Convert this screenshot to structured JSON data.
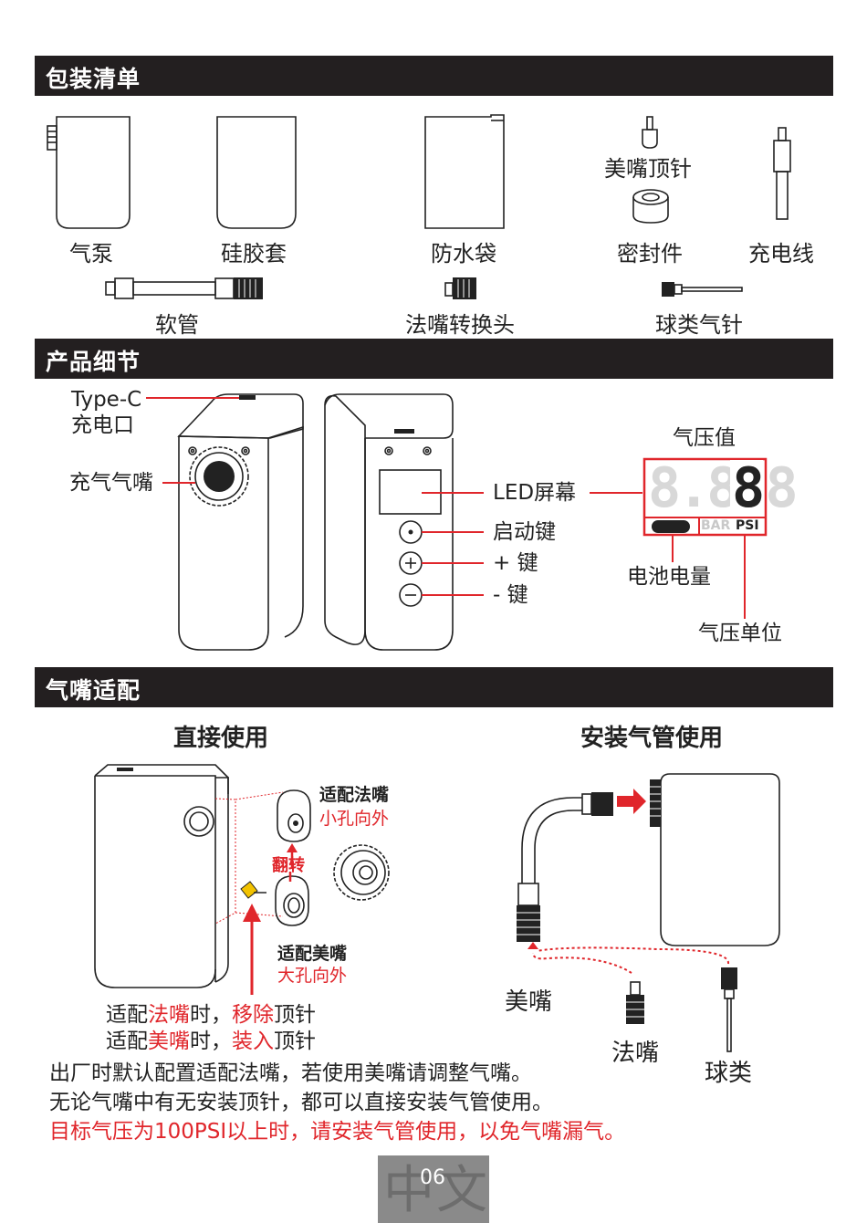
{
  "sections": {
    "package": "包装清单",
    "details": "产品细节",
    "adapter": "气嘴适配"
  },
  "package_items": {
    "pump": "气泵",
    "silicone_case": "硅胶套",
    "waterproof_bag": "防水袋",
    "presta_pin": "美嘴顶针",
    "seal": "密封件",
    "charging_cable": "充电线",
    "hose": "软管",
    "presta_adapter": "法嘴转换头",
    "ball_needle": "球类气针"
  },
  "details": {
    "typec_line1": "Type-C",
    "typec_line2": "充电口",
    "inflation_nozzle": "充气气嘴",
    "led_screen": "LED屏幕",
    "start_key": "启动键",
    "plus_key": "+ 键",
    "minus_key": "- 键",
    "pressure_value": "气压值",
    "display_digits": "8.8.8",
    "battery_level": "电池电量",
    "unit_bar": "BAR",
    "unit_psi": "PSI",
    "pressure_unit": "气压单位"
  },
  "adapter": {
    "direct_use_title": "直接使用",
    "hose_use_title": "安装气管使用",
    "presta_fit_title": "适配法嘴",
    "presta_fit_note": "小孔向外",
    "flip": "翻转",
    "schrader_fit_title": "适配美嘴",
    "schrader_fit_note": "大孔向外",
    "line1": {
      "a": "适配",
      "b": "法嘴",
      "c": "时，",
      "d": "移除",
      "e": "顶针"
    },
    "line2": {
      "a": "适配",
      "b": "美嘴",
      "c": "时，",
      "d": "装入",
      "e": "顶针"
    },
    "schrader": "美嘴",
    "presta": "法嘴",
    "ball": "球类"
  },
  "notes": {
    "note1": "出厂时默认配置适配法嘴，若使用美嘴请调整气嘴。",
    "note2": "无论气嘴中有无安装顶针，都可以直接安装气管使用。",
    "note3": "目标气压为100PSI以上时，请安装气管使用，以免气嘴漏气。"
  },
  "footer": {
    "page_number": "06",
    "language": "中文"
  },
  "colors": {
    "accent_red": "#e0262b",
    "header_bg": "#231f20",
    "footer_bg": "#8a8a8a"
  }
}
